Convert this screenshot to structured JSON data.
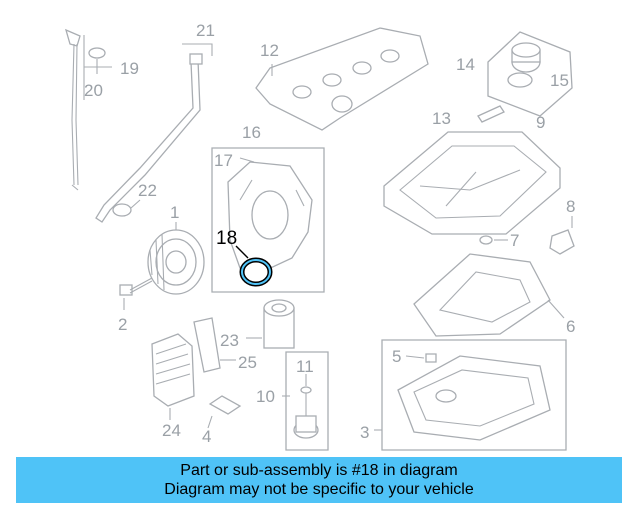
{
  "colors": {
    "banner_bg": "#4fc3f7",
    "part_lines": "#a9adb2",
    "highlight": "#000000"
  },
  "callouts": {
    "c1": "1",
    "c2": "2",
    "c3": "3",
    "c4": "4",
    "c5": "5",
    "c6": "6",
    "c7": "7",
    "c8": "8",
    "c9": "9",
    "c10": "10",
    "c11": "11",
    "c12": "12",
    "c13": "13",
    "c14": "14",
    "c15": "15",
    "c16": "16",
    "c17": "17",
    "c18": "18",
    "c19": "19",
    "c20": "20",
    "c21": "21",
    "c22": "22",
    "c23": "23",
    "c24": "24",
    "c25": "25"
  },
  "highlighted_part": "18",
  "banner": {
    "line1": "Part or sub-assembly is #18 in diagram",
    "line2": "Diagram may not be specific to your vehicle"
  }
}
